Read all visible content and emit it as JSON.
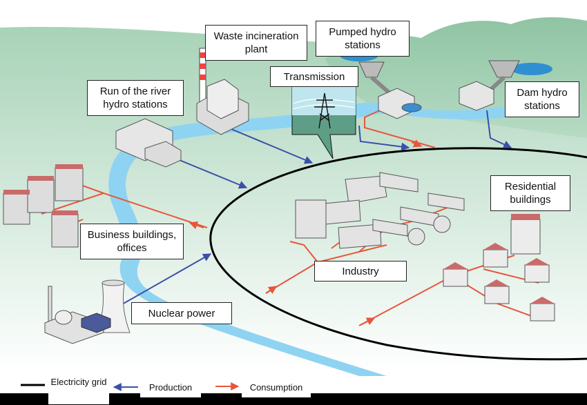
{
  "labels": {
    "waste": "Waste incineration plant",
    "pumped": "Pumped hydro stations",
    "transmission": "Transmission",
    "river": "Run of the river hydro stations",
    "dam": "Dam hydro stations",
    "residential": "Residential buildings",
    "business": "Business buildings, offices",
    "industry": "Industry",
    "nuclear": "Nuclear power"
  },
  "legend": {
    "grid": "Electricity grid",
    "production": "Production",
    "consumption": "Consumption"
  },
  "colors": {
    "production": "#3a4fa8",
    "consumption": "#e8553a",
    "grid": "#000000",
    "water": "#8fd3f2",
    "land": "#b9dcc6"
  }
}
